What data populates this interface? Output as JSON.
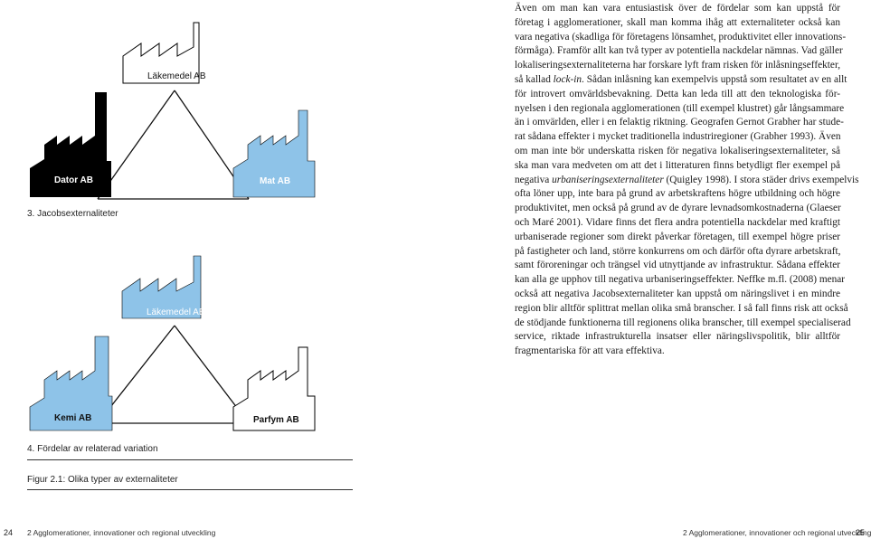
{
  "figure3": {
    "label": "3. Jacobsexternaliteter",
    "top_factory": "Läkemedel AB",
    "left_factory": "Dator AB",
    "right_factory": "Mat AB",
    "colors": {
      "top": "#ffffff",
      "left": "#000000",
      "right": "#8ec3e8"
    }
  },
  "figure4": {
    "label": "4. Fördelar av relaterad variation",
    "top_factory": "Läkemedel AB",
    "left_factory": "Kemi AB",
    "right_factory": "Parfym AB",
    "colors": {
      "top": "#8ec3e8",
      "left": "#8ec3e8",
      "right": "#ffffff"
    }
  },
  "figure_caption": "Figur 2.1: Olika typer av externaliteter",
  "body_lines": [
    "Även om man kan vara entusiastisk över de fördelar som kan uppstå för",
    "företag i agglomerationer, skall man komma ihåg att externaliteter också kan",
    "vara negativa (skadliga för företagens lönsamhet, produktivitet eller innovations-",
    "förmåga). Framför allt kan två typer av potentiella nackdelar nämnas. Vad gäller",
    "lokaliseringsexternaliteterna har forskare lyft fram risken för inlåsningseffekter,",
    "så kallad lock-in. Sådan inlåsning kan exempelvis uppstå som resultatet av en allt",
    "för introvert omvärldsbevakning. Detta kan leda till att den teknologiska för-",
    "nyelsen i den regionala agglomerationen (till exempel klustret) går långsammare",
    "än i omvärlden, eller i en felaktig riktning. Geografen Gernot Grabher har stude-",
    "rat sådana effekter i mycket traditionella industriregioner (Grabher 1993). Även",
    "om man inte bör underskatta risken för negativa lokaliseringsexternaliteter, så",
    "ska man vara medveten om att det i litteraturen finns betydligt fler exempel på",
    "negativa urbaniseringsexternaliteter (Quigley 1998). I stora städer drivs exempelvis",
    "ofta löner upp, inte bara på grund av arbetskraftens högre utbildning och högre",
    "produktivitet, men också på grund av de dyrare levnadsomkostnaderna (Glaeser",
    "och Maré 2001). Vidare finns det flera andra potentiella nackdelar med kraftigt",
    "urbaniserade regioner som direkt påverkar företagen, till exempel högre priser",
    "på fastigheter och land, större konkurrens om och därför ofta dyrare arbetskraft,",
    "samt föroreningar och trängsel vid utnyttjande av infrastruktur. Sådana effekter",
    "kan alla ge upphov till negativa urbaniseringseffekter. Neffke m.fl. (2008) menar",
    "också att negativa Jacobsexternaliteter kan uppstå om näringslivet i en mindre",
    "region blir alltför splittrat mellan olika små branscher. I så fall finns risk att också",
    "de stödjande funktionerna till regionens olika branscher, till exempel specialiserad",
    "service, riktade infrastrukturella insatser eller näringslivspolitik, blir alltför",
    "fragmentariska för att vara effektiva."
  ],
  "footer": {
    "left_page": "24",
    "left_running": "2  Agglomerationer, innovationer och regional utveckling",
    "right_running": "2  Agglomerationer, innovationer och regional utveckling",
    "right_page": "25"
  }
}
